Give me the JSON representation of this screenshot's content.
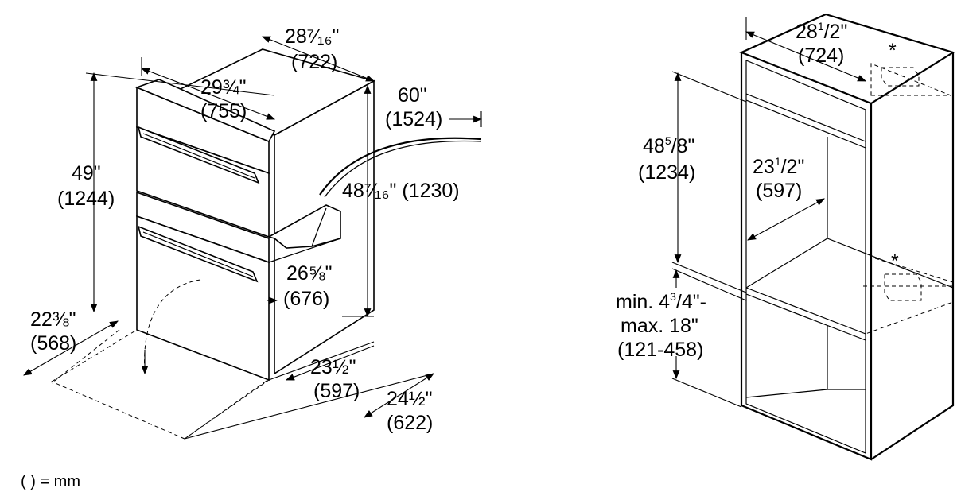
{
  "oven": {
    "dim_width_top": {
      "line1": "28⁷⁄₁₆\"",
      "line2": "(722)"
    },
    "dim_front_width": {
      "line1": "29¾\"",
      "line2": "(755)"
    },
    "dim_cord": {
      "line1": "60\"",
      "line2": "(1524)"
    },
    "dim_height": {
      "line1": "49\"",
      "line2": "(1244)"
    },
    "dim_body_height": {
      "text": "48⁷⁄₁₆\" (1230)"
    },
    "dim_depth_body": {
      "line1": "26⅝\"",
      "line2": "(676)"
    },
    "dim_door": {
      "line1": "22⅜\"",
      "line2": "(568)"
    },
    "dim_depth": {
      "line1": "23½\"",
      "line2": "(597)"
    },
    "dim_depth_total": {
      "line1": "24½\"",
      "line2": "(622)"
    }
  },
  "cabinet": {
    "dim_width": {
      "whole": "28",
      "sup": "1",
      "rest": "/2\"",
      "line2": "(724)"
    },
    "dim_height": {
      "whole": "48",
      "sup": "5",
      "rest": "/8\"",
      "line2": "(1234)"
    },
    "dim_depth": {
      "whole": "23",
      "sup": "1",
      "rest": "/2\"",
      "line2": "(597)"
    },
    "dim_base": {
      "prefix": "min. 4",
      "sup": "3",
      "rest": "/4\"-",
      "line2": "max. 18\"",
      "line3": "(121-458)"
    },
    "star_top": "*",
    "star_mid": "*"
  },
  "legend": "( ) = mm"
}
